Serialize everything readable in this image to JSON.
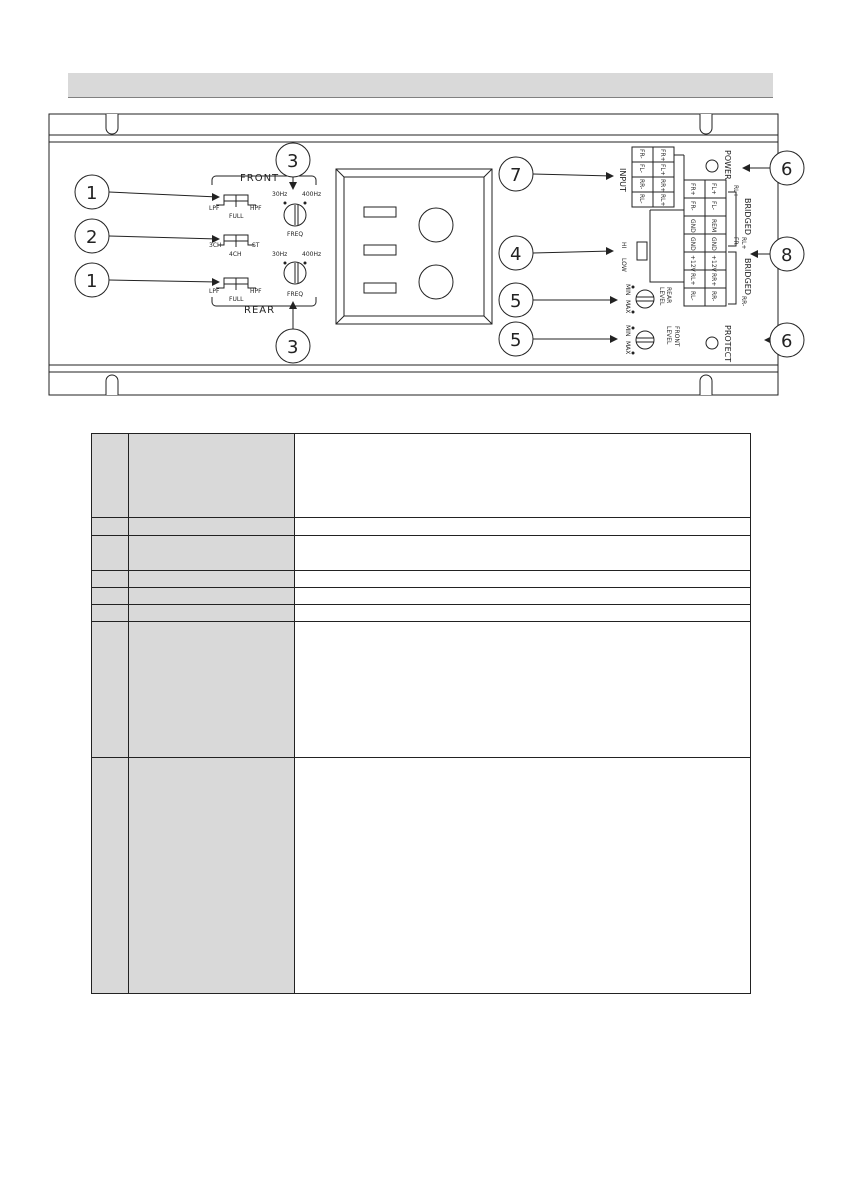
{
  "panel": {
    "sections": {
      "front": "FRONT",
      "rear": "REAR"
    },
    "crossover_switch": {
      "lpf": "LPF",
      "full": "FULL",
      "hpf": "HPF"
    },
    "mode_switch": {
      "ch3": "3CH",
      "ch4": "4CH",
      "st": "ST"
    },
    "freq": {
      "low": "30Hz",
      "high": "400Hz",
      "label": "FREQ"
    },
    "gain": {
      "hi": "HI",
      "low": "LOW"
    },
    "level": {
      "rear": [
        "REAR",
        "LEVEL"
      ],
      "front": [
        "FRONT",
        "LEVEL"
      ],
      "min": "MIN",
      "max": "MAX"
    },
    "leds": {
      "power": "POWER",
      "protect": "PROTECT"
    },
    "input": {
      "label": "INPUT",
      "top_row": [
        "FR+",
        "FL+",
        "RR+",
        "RL+"
      ],
      "bottom_row": [
        "FR-",
        "FL-",
        "RR-",
        "RL-"
      ]
    },
    "terminals": {
      "rows": [
        [
          "FL+",
          "FL-",
          "REM",
          "GND",
          "+12V",
          "RR+",
          "RR-"
        ],
        [
          "FR+",
          "FR-",
          "GND",
          "GND",
          "+12V",
          "RL+",
          "RL-"
        ]
      ],
      "bridged_label": "BRIDGED",
      "bridged_1": [
        "RL+",
        "FR-"
      ],
      "bridged_2": [
        "RL+",
        "RR-"
      ]
    }
  },
  "callouts": [
    "1",
    "2",
    "1",
    "3",
    "3",
    "7",
    "4",
    "5",
    "5",
    "6",
    "8",
    "6"
  ]
}
